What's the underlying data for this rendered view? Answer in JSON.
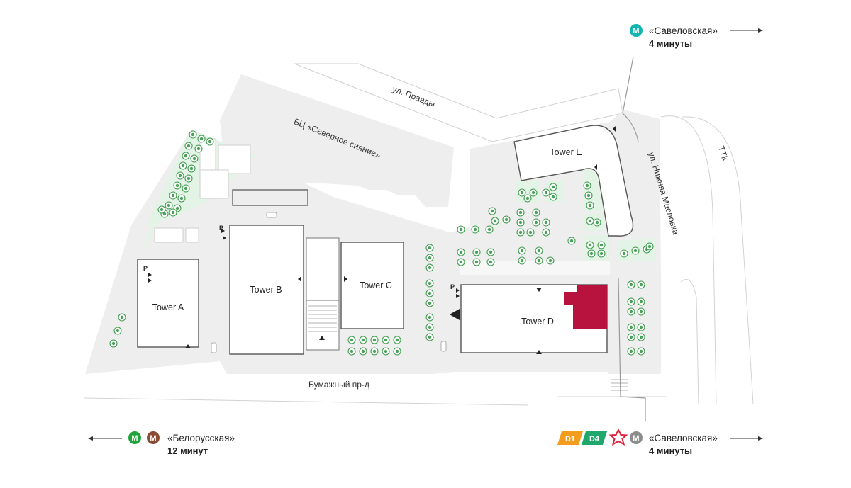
{
  "towers": {
    "a": "Tower A",
    "b": "Tower B",
    "c": "Tower C",
    "d": "Tower D",
    "e": "Tower E"
  },
  "streets": {
    "pravdy": "ул. Правды",
    "bc": "БЦ «Северное сияние»",
    "maslovka": "ул. Нижняя Масловка",
    "ttk": "ТТК",
    "bumazhny": "Бумажный пр-д"
  },
  "parking_label": "P",
  "metro": {
    "top_right": {
      "badge": "M",
      "badge_color": "#12b5b0",
      "name": "«Савеловская»",
      "time": "4 минуты"
    },
    "bottom_left": {
      "badges": [
        {
          "text": "M",
          "color": "#1fa33a"
        },
        {
          "text": "M",
          "color": "#8a4b35"
        }
      ],
      "name": "«Белорусская»",
      "time": "12 минут"
    },
    "bottom_right": {
      "badges": [
        {
          "text": "D1",
          "color": "#f39c1e"
        },
        {
          "text": "D4",
          "color": "#1fa86b"
        },
        {
          "text": "M",
          "color": "#8c8c8c"
        }
      ],
      "railway_icon_color": "#e01e37",
      "name": "«Савеловская»",
      "time": "4 минуты"
    }
  },
  "colors": {
    "ground": "#eeeeee",
    "green_zone": "#e3f3e6",
    "highlight": "#b8123f",
    "building_stroke": "#555555"
  }
}
